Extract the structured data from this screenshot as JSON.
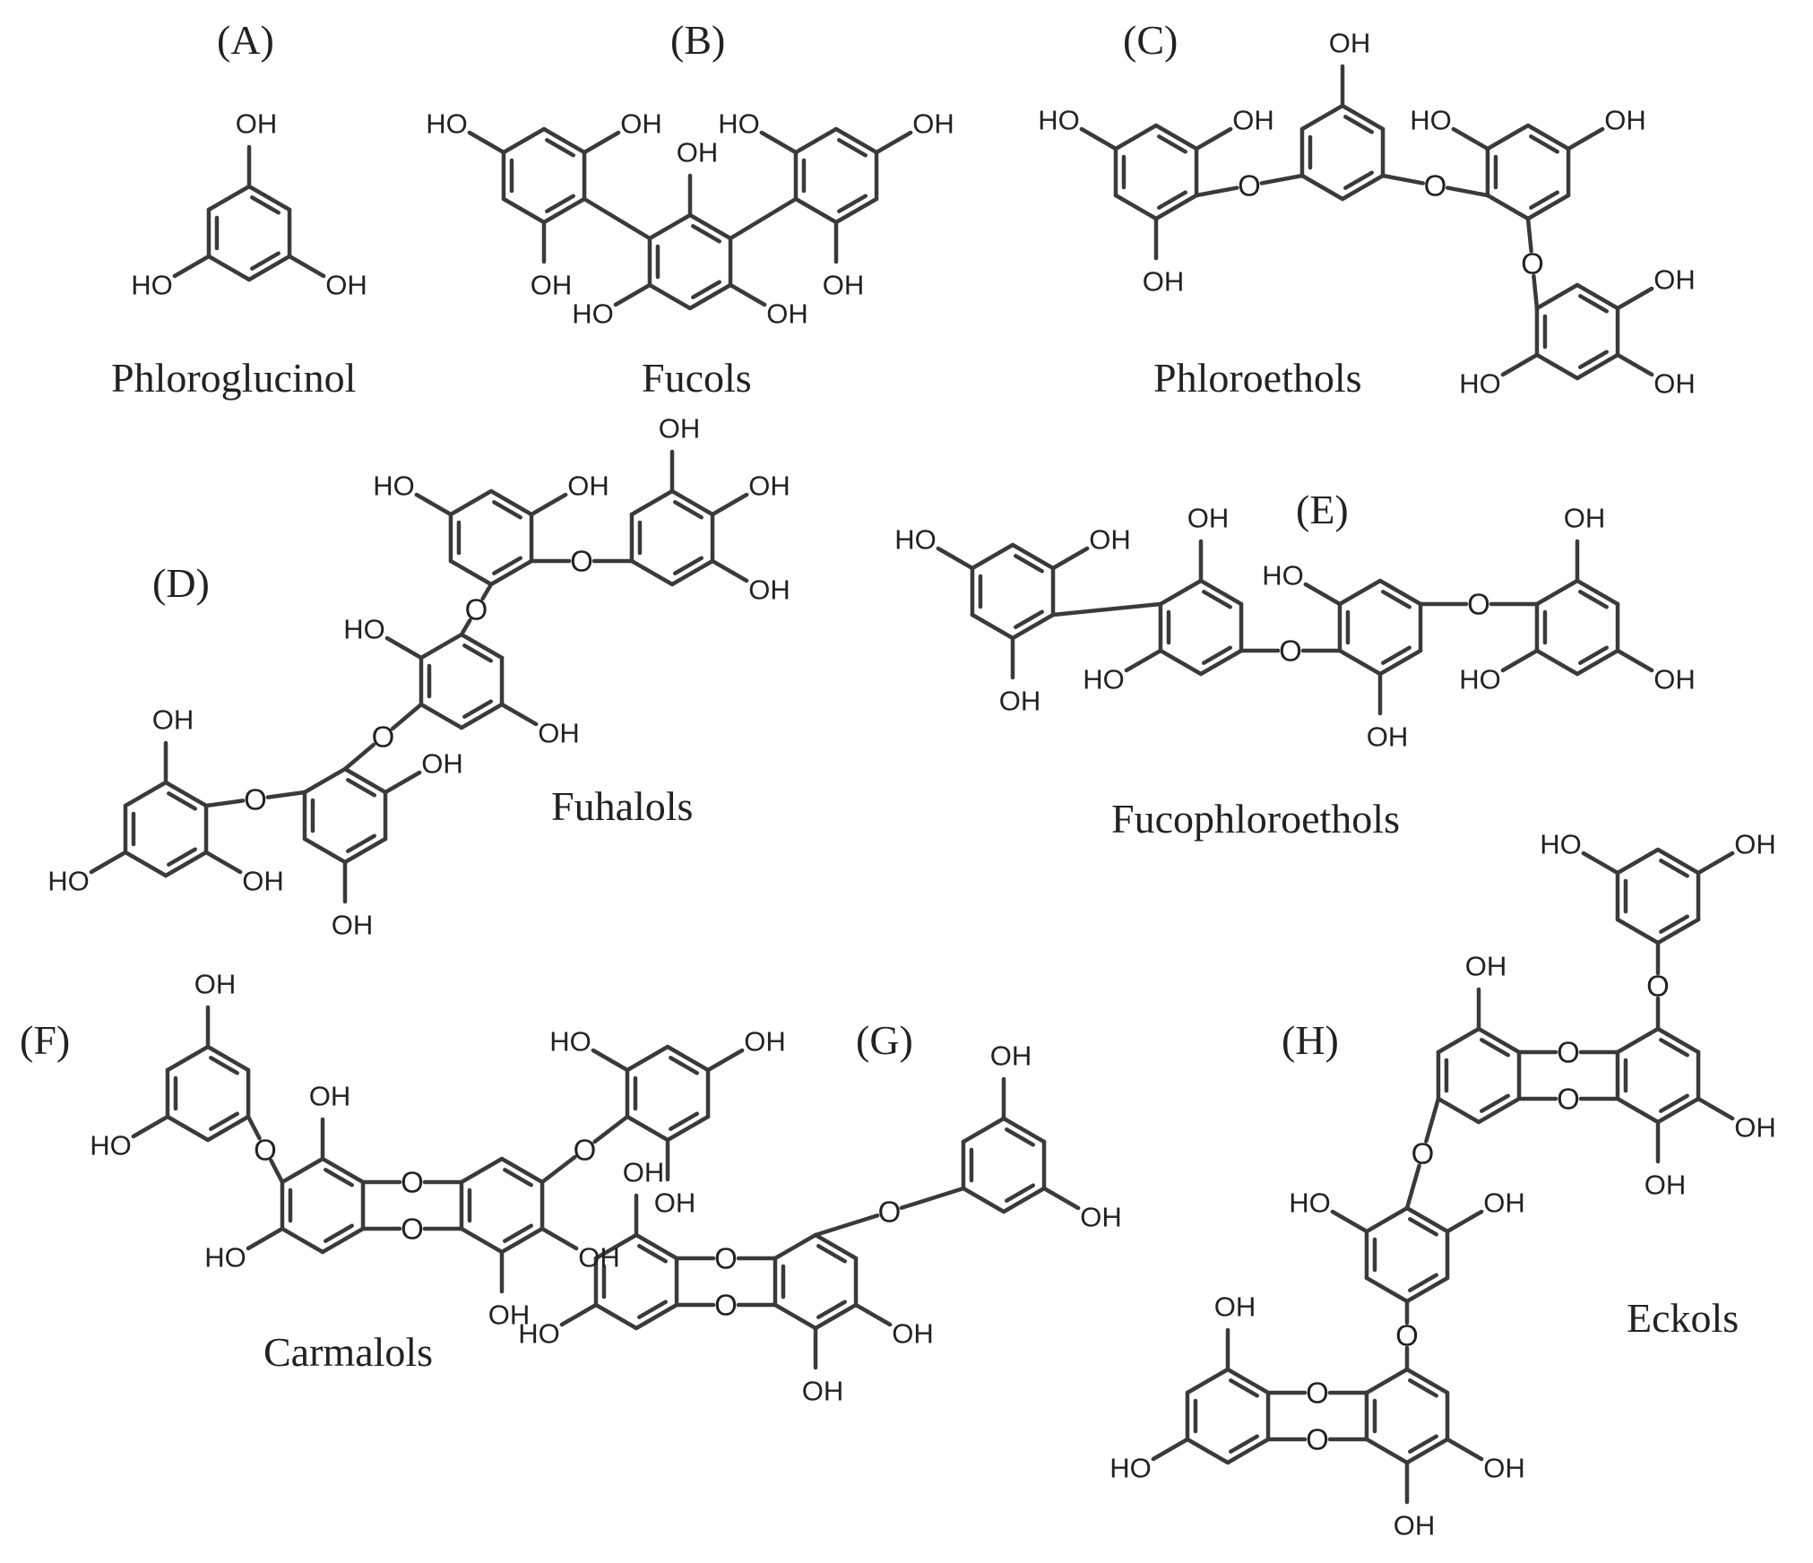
{
  "figure": {
    "panels": [
      {
        "id": "A",
        "letter": "(A)",
        "name": "Phloroglucinol"
      },
      {
        "id": "B",
        "letter": "(B)",
        "name": "Fucols"
      },
      {
        "id": "C",
        "letter": "(C)",
        "name": "Phloroethols"
      },
      {
        "id": "D",
        "letter": "(D)",
        "name": "Fuhalols"
      },
      {
        "id": "E",
        "letter": "(E)",
        "name": "Fucophloroethols"
      },
      {
        "id": "F",
        "letter": "(F)",
        "name": "Carmalols"
      },
      {
        "id": "G",
        "letter": "(G)",
        "name": "",
        "caption": ""
      },
      {
        "id": "H",
        "letter": "(H)",
        "name": "Eckols"
      }
    ],
    "atoms": {
      "hydroxyl": "OH",
      "hydroxyl_left": "HO",
      "oxygen": "O"
    },
    "colors": {
      "bond": "#3a3a3a",
      "text": "#222222",
      "background": "#ffffff"
    }
  }
}
